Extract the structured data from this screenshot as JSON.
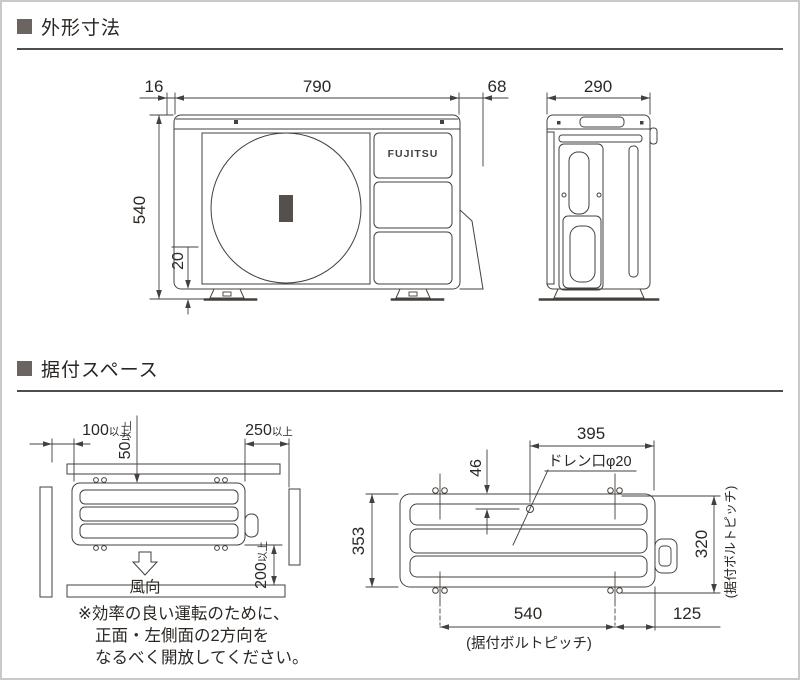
{
  "sections": {
    "outline_title": "外形寸法",
    "install_title": "据付スペース"
  },
  "outline": {
    "logo": "FUJITSU",
    "dim_overhang": "16",
    "dim_width": "790",
    "dim_protrusion": "68",
    "dim_depth": "290",
    "dim_height": "540",
    "dim_foot_height": "20"
  },
  "install": {
    "clearance_left": {
      "value": "100",
      "suffix": "以上"
    },
    "clearance_back": {
      "value": "50",
      "suffix": "以上"
    },
    "clearance_right": {
      "value": "250",
      "suffix": "以上"
    },
    "clearance_front": {
      "value": "200",
      "suffix": "以上"
    },
    "wind_direction": "風向",
    "note": {
      "line1": "※効率の良い運転のために、",
      "line2": "正面・左側面の2方向を",
      "line3": "なるべく開放してください。"
    },
    "dim_depth": "353",
    "dim_drain_offset": "46",
    "drain_label": "ドレン口φ20",
    "dim_drain_to_edge": "395",
    "dim_bolt_pitch_vertical": "320",
    "bolt_pitch_label_vertical": "(据付ボルトピッチ)",
    "dim_bolt_pitch_horizontal": "540",
    "bolt_pitch_label_horizontal": "(据付ボルトピッチ)",
    "dim_edge_offset": "125"
  }
}
